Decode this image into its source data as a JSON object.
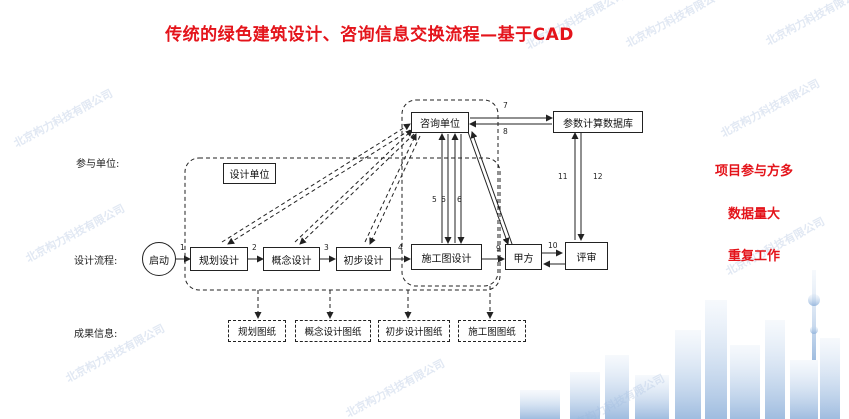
{
  "title": "传统的绿色建筑设计、咨询信息交换流程—基于CAD",
  "side_points": [
    "项目参与方多",
    "数据量大",
    "重复工作"
  ],
  "row_labels": {
    "participants": "参与单位:",
    "process": "设计流程:",
    "results": "成果信息:"
  },
  "nodes": {
    "start": "启动",
    "planning": "规划设计",
    "concept": "概念设计",
    "preliminary": "初步设计",
    "construction": "施工图设计",
    "owner": "甲方",
    "review": "评审",
    "consulting": "咨询单位",
    "design_unit": "设计单位",
    "database": "参数计算数据库"
  },
  "outputs": [
    "规划图纸",
    "概念设计图纸",
    "初步设计图纸",
    "施工图图纸"
  ],
  "step_numbers": [
    "1",
    "2",
    "3",
    "4",
    "5",
    "6",
    "6",
    "7",
    "8",
    "9",
    "10",
    "11",
    "12"
  ],
  "watermark": "北京构力科技有限公司",
  "colors": {
    "title": "#e4141b",
    "accent": "#e4141b"
  }
}
